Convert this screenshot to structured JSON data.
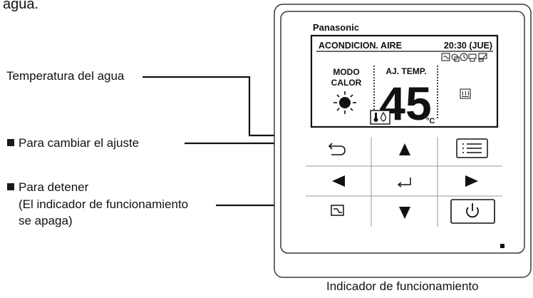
{
  "top_fragment": "agua.",
  "brand": "Panasonic",
  "screen": {
    "mode_title": "ACONDICION. AIRE",
    "clock": "20:30 (JUE)",
    "mode_line1": "MODO",
    "mode_line2": "CALOR",
    "setting_label": "AJ. TEMP.",
    "temperature_value": "45",
    "temperature_unit": "°C"
  },
  "callouts": {
    "water_temperature": "Temperatura del agua",
    "change_setting": "Para cambiar el ajuste",
    "stop_line1": "Para detener",
    "stop_line2": "(El indicador de funcionamiento",
    "stop_line3": "se apaga)",
    "operation_indicator": "Indicador de funcionamiento"
  },
  "icons": {
    "heat_mode": "sun-icon",
    "water_temp": "thermometer-water-drop-icon",
    "heater": "heater-icon",
    "status_row": [
      "timer-icon",
      "filter-icon",
      "clock-icon",
      "lock-icon",
      "network-icon"
    ],
    "buttons": {
      "back": "return-arrow-icon",
      "up": "triangle-up-icon",
      "menu": "menu-list-icon",
      "left": "triangle-left-icon",
      "enter": "enter-arrow-icon",
      "right": "triangle-right-icon",
      "timer": "timer-icon",
      "down": "triangle-down-icon",
      "power": "power-icon"
    }
  }
}
